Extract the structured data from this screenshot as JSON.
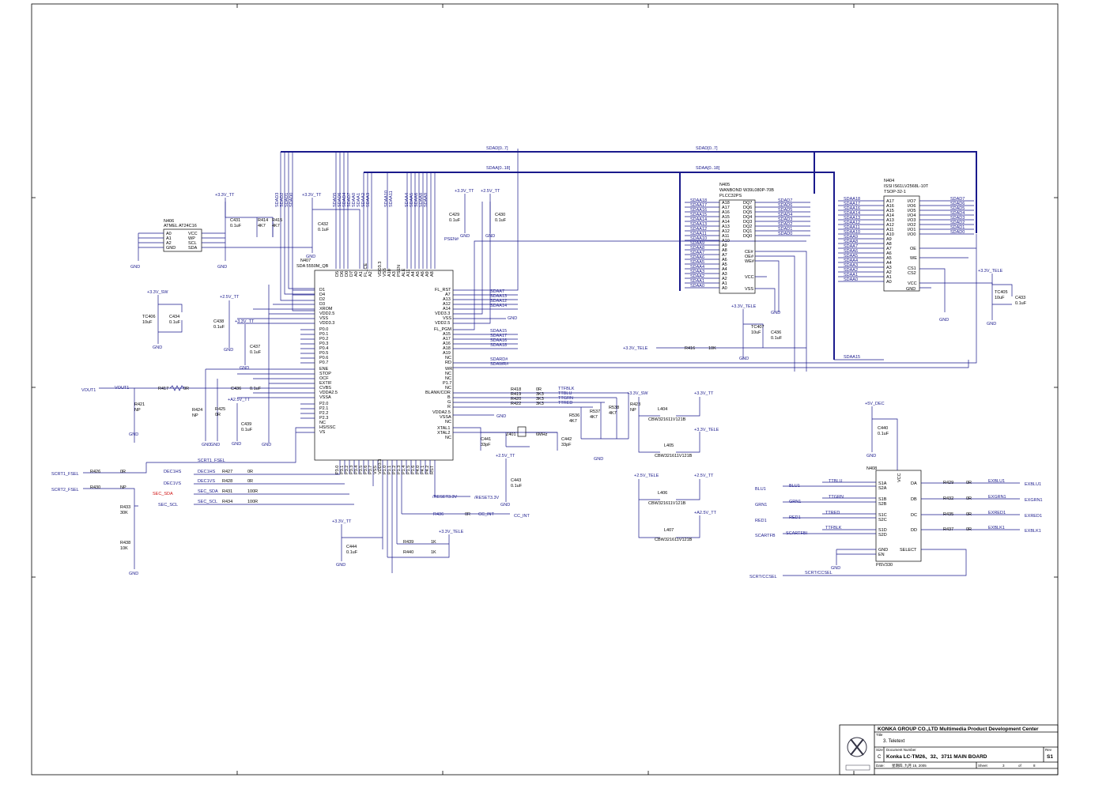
{
  "title_block": {
    "company": "KONKA GROUP CO.,LTD Multimedia Product Development Center",
    "title_label": "Title",
    "title": "3. Teletext",
    "size_label": "Size",
    "size": "C",
    "docnum_label": "Document Number",
    "docnum": "Konka LC-TM26、32、3711 MAIN BOARD",
    "rev_label": "Rev",
    "rev": "S1",
    "date_label": "Date:",
    "date": "星期四, 九月 15, 2005",
    "sheet_label": "Sheet",
    "sheet": "3",
    "of_label": "of",
    "of": "8"
  },
  "chips": {
    "n406": {
      "ref": "N406",
      "part": "ATMEL AT24C16"
    },
    "n407": {
      "ref": "N407",
      "part": "SDA 5550M_QB"
    },
    "n405": {
      "ref": "N405",
      "part": "WANBOND W39L080P-70B",
      "pkg": "PLCC32PS"
    },
    "n404": {
      "ref": "N404",
      "part": "ISSI IS61LV2568L-10T",
      "pkg": "TSOP-32-1"
    },
    "n408": {
      "ref": "N408",
      "part": "PI5V330"
    }
  },
  "buses": {
    "sdad": "SDAD[0..7]",
    "sdaa": "SDAA[0..18]",
    "sdard": "SDARD#",
    "sdawr": "SDAWR#",
    "psen": "PSEN#"
  },
  "rails": {
    "v33tt": "+3.3V_TT",
    "v25tt": "+2.5V_TT",
    "a25tt": "+A2.5V_TT",
    "v33sw": "+3.3V_SW",
    "v33tele": "+3.3V_TELE",
    "v25tele": "+2.5V_TELE",
    "a25tt2": "+A2.5V_TT",
    "v5dec": "+5V_DEC",
    "gnd": "GND"
  },
  "signals": {
    "vout1": "VOUT1",
    "scrt1_fsel": "SCRT1_FSEL",
    "scrt2_fsel": "SCRT2_FSEL",
    "sec_sda": "SEC_SDA",
    "sec_scl": "SEC_SCL",
    "dec1hs": "DEC1HS",
    "dec1vs": "DEC1VS",
    "reset": "/RESET3.3V",
    "cc_int": "CC_INT",
    "blu1": "BLU1",
    "grn1": "GRN1",
    "red1": "RED1",
    "scartfb": "SCARTFB",
    "scrt_ccsel": "SCRT/CCSEL",
    "ttblu": "TTBLU",
    "ttgrn": "TTGRN",
    "ttred": "TTRED",
    "ttfblk": "TTFBLK",
    "scartfbi": "SCARTFBI",
    "exblu1": "EXBLU1",
    "exgrn1": "EXGRN1",
    "exred1": "EXRED1",
    "exblk1": "EXBLK1"
  },
  "parts": {
    "r417": "R417",
    "r417v": "0R",
    "r421": "R421",
    "r421v": "NP",
    "r424": "R424",
    "r424v": "NP",
    "r425": "R425",
    "r425v": "0R",
    "r414": "R414",
    "r414v": "4K7",
    "r415": "R415",
    "r415v": "4K7",
    "c431": "C431",
    "c431v": "0.1uF",
    "c432": "C432",
    "c432v": "0.1uF",
    "c429": "C429",
    "c429v": "0.1uF",
    "c430": "C430",
    "c430v": "0.1uF",
    "tc406": "TC406",
    "tc406v": "10uF",
    "c434": "C434",
    "c434v": "0.1uF",
    "c438": "C438",
    "c438v": "0.1uF",
    "c437": "C437",
    "c437v": "0.1uF",
    "c439": "C439",
    "c439v": "0.1uF",
    "c441": "C441",
    "c441v": "33pF",
    "c442": "C442",
    "c442v": "33pF",
    "z401": "Z401",
    "z401v": "6MHz",
    "c443": "C443",
    "c443v": "0.1uF",
    "c444": "C444",
    "c444v": "0.1uF",
    "r418": "R418",
    "r418v": "0R",
    "r419": "R419",
    "r419v": "3K3",
    "r420": "R420",
    "r420v": "3K3",
    "r422": "R422",
    "r422v": "3K3",
    "r536": "R536",
    "r536v": "4K7",
    "r537": "R537",
    "r537v": "4K7",
    "r538": "R538",
    "r538v": "4K7",
    "r423": "R423",
    "r423v": "NP",
    "l404": "L404",
    "l405": "L405",
    "l406": "L406",
    "l407": "L407",
    "lval": "CBW321611V121B",
    "r416": "R416",
    "r416v": "10K",
    "tc407": "TC407",
    "tc407v": "10uF",
    "c436": "C436",
    "c436v": "0.1uF",
    "tc405": "TC405",
    "tc405v": "10uF",
    "c433": "C433",
    "c433v": "0.1uF",
    "c440": "C440",
    "c440v": "0.1uF",
    "r426": "R426",
    "r426v": "0R",
    "r430": "R430",
    "r430v": "NP",
    "r433": "R433",
    "r433v": "30K",
    "r438": "R438",
    "r438v": "10K",
    "r427": "R427",
    "r427v": "0R",
    "r428": "R428",
    "r428v": "0R",
    "r431": "R431",
    "r431v": "100R",
    "r434": "R434",
    "r434v": "100R",
    "r436": "R436",
    "r436v": "0R",
    "r439": "R439",
    "r439v": "1K",
    "r440": "R440",
    "r440v": "1K",
    "r429": "R429",
    "r429v": "0R",
    "r432": "R432",
    "r432v": "0R",
    "r435": "R435",
    "r435v": "0R",
    "r437": "R437",
    "r437v": "0R"
  }
}
